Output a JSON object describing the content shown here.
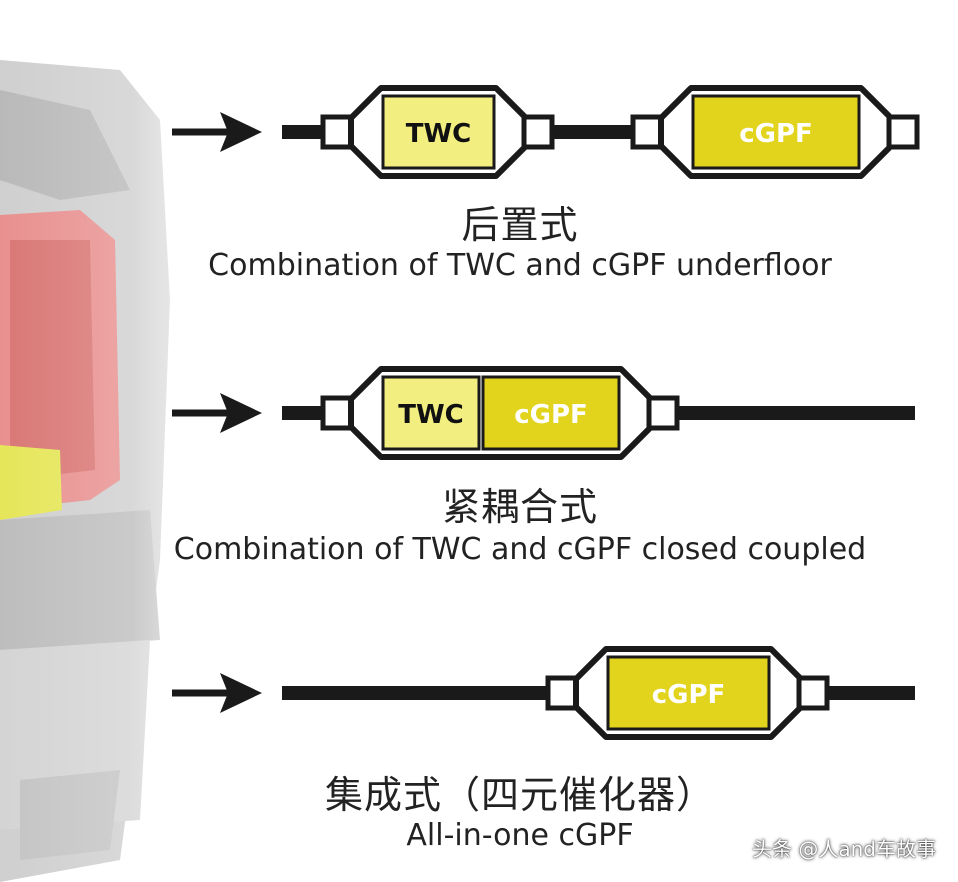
{
  "colors": {
    "light_yellow": "#f2ee7f",
    "dark_yellow": "#e2d31c",
    "line": "#1a1a1a"
  },
  "rows": [
    {
      "id": "underfloor",
      "cn_label": "后置式",
      "en_label": "Combination of TWC and cGPF underfloor",
      "units": [
        {
          "label": "TWC",
          "style": "light"
        },
        {
          "label": "cGPF",
          "style": "dark"
        }
      ]
    },
    {
      "id": "closed-coupled",
      "cn_label": "紧耦合式",
      "en_label": "Combination of TWC and cGPF closed coupled",
      "units": [
        {
          "label": "TWC",
          "style": "light"
        },
        {
          "label": "cGPF",
          "style": "dark"
        }
      ]
    },
    {
      "id": "all-in-one",
      "cn_label": "集成式（四元催化器）",
      "en_label": "All-in-one cGPF",
      "units": [
        {
          "label": "cGPF",
          "style": "dark"
        }
      ]
    }
  ],
  "watermark": "头条 @人and车故事"
}
